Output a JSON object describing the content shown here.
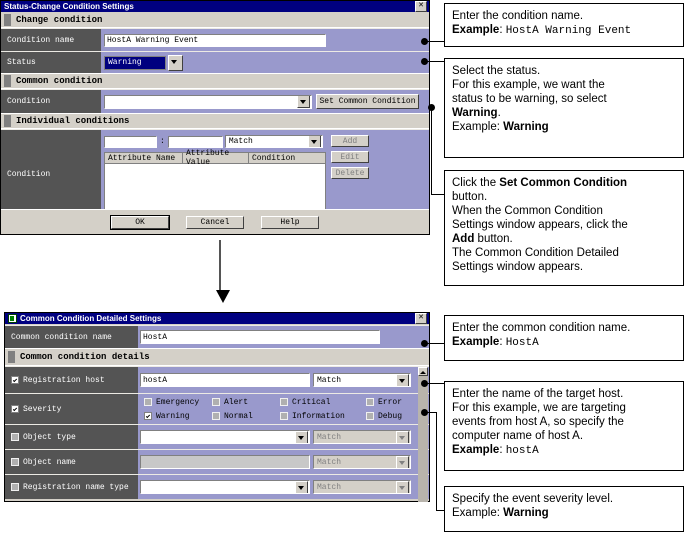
{
  "dialog1": {
    "title": "Status-Change Condition Settings",
    "close_label": "✕",
    "sections": {
      "change_condition": "Change condition",
      "common_condition": "Common condition",
      "individual_conditions": "Individual conditions"
    },
    "fields": {
      "condition_name_label": "Condition name",
      "condition_name_value": "HostA Warning Event",
      "status_label": "Status",
      "status_value": "Warning",
      "condition_label": "Condition",
      "condition_value": "",
      "set_common_condition_button": "Set Common Condition"
    },
    "individual": {
      "row_label": "Condition",
      "attr_name_value": "",
      "separator": ":",
      "attr_value_value": "",
      "match_value": "Match",
      "buttons": [
        "Add",
        "Edit",
        "Delete"
      ],
      "columns": [
        "Attribute Name",
        "Attribute Value",
        "Condition"
      ],
      "rows": []
    },
    "footer_buttons": [
      "OK",
      "Cancel",
      "Help"
    ]
  },
  "dialog2": {
    "title": "Common Condition Detailed Settings",
    "close_label": "✕",
    "sections": {
      "details": "Common condition details"
    },
    "fields": {
      "common_condition_name_label": "Common condition name",
      "common_condition_name_value": "HostA"
    },
    "rows": [
      {
        "label": "Registration host",
        "checked": true,
        "value": "hostA",
        "match": "Match",
        "match_disabled": false,
        "value_type": "text"
      },
      {
        "label": "Object type",
        "checked": false,
        "value": "",
        "match": "Match",
        "match_disabled": true,
        "value_type": "combo"
      },
      {
        "label": "Object name",
        "checked": false,
        "value": "",
        "match": "Match",
        "match_disabled": true,
        "value_type": "text-disabled"
      },
      {
        "label": "Registration name type",
        "checked": false,
        "value": "",
        "match": "Match",
        "match_disabled": true,
        "value_type": "combo"
      }
    ],
    "severity": {
      "label": "Severity",
      "checked": true,
      "items": [
        {
          "label": "Emergency",
          "checked": false
        },
        {
          "label": "Alert",
          "checked": false
        },
        {
          "label": "Critical",
          "checked": false
        },
        {
          "label": "Error",
          "checked": false
        },
        {
          "label": "Warning",
          "checked": true
        },
        {
          "label": "Normal",
          "checked": false
        },
        {
          "label": "Information",
          "checked": false
        },
        {
          "label": "Debug",
          "checked": false
        }
      ]
    }
  },
  "notes": {
    "n1": {
      "line1": "Enter the condition name.",
      "label2": "Example",
      "sep2": ": ",
      "mono2": "HostA Warning Event"
    },
    "n2": {
      "line1": "Select the status.",
      "line2": "For this example, we want the",
      "line3a": "status to be warning, so select",
      "bold3": "Warning",
      "period3": ".",
      "line4a": "Example: ",
      "bold4": "Warning"
    },
    "n3": {
      "line1a": "Click the ",
      "bold1": "Set Common Condition",
      "line2": "button.",
      "line3": "When the Common Condition",
      "line4": "Settings window appears, click the",
      "bold5": "Add",
      "line5b": " button.",
      "line6": "The Common Condition Detailed",
      "line7": "Settings window appears."
    },
    "n4": {
      "line1": "Enter the common condition name.",
      "label2": "Example",
      "sep2": ": ",
      "mono2": "HostA"
    },
    "n5": {
      "line1": "Enter the name of the target host.",
      "line2": "For this example, we are targeting",
      "line3": "events from host A, so specify the",
      "line4": "computer name of host A.",
      "label5": "Example",
      "sep5": ": ",
      "mono5": "hostA"
    },
    "n6": {
      "line1": "Specify the event severity level.",
      "line2a": "Example: ",
      "bold2": "Warning"
    }
  }
}
